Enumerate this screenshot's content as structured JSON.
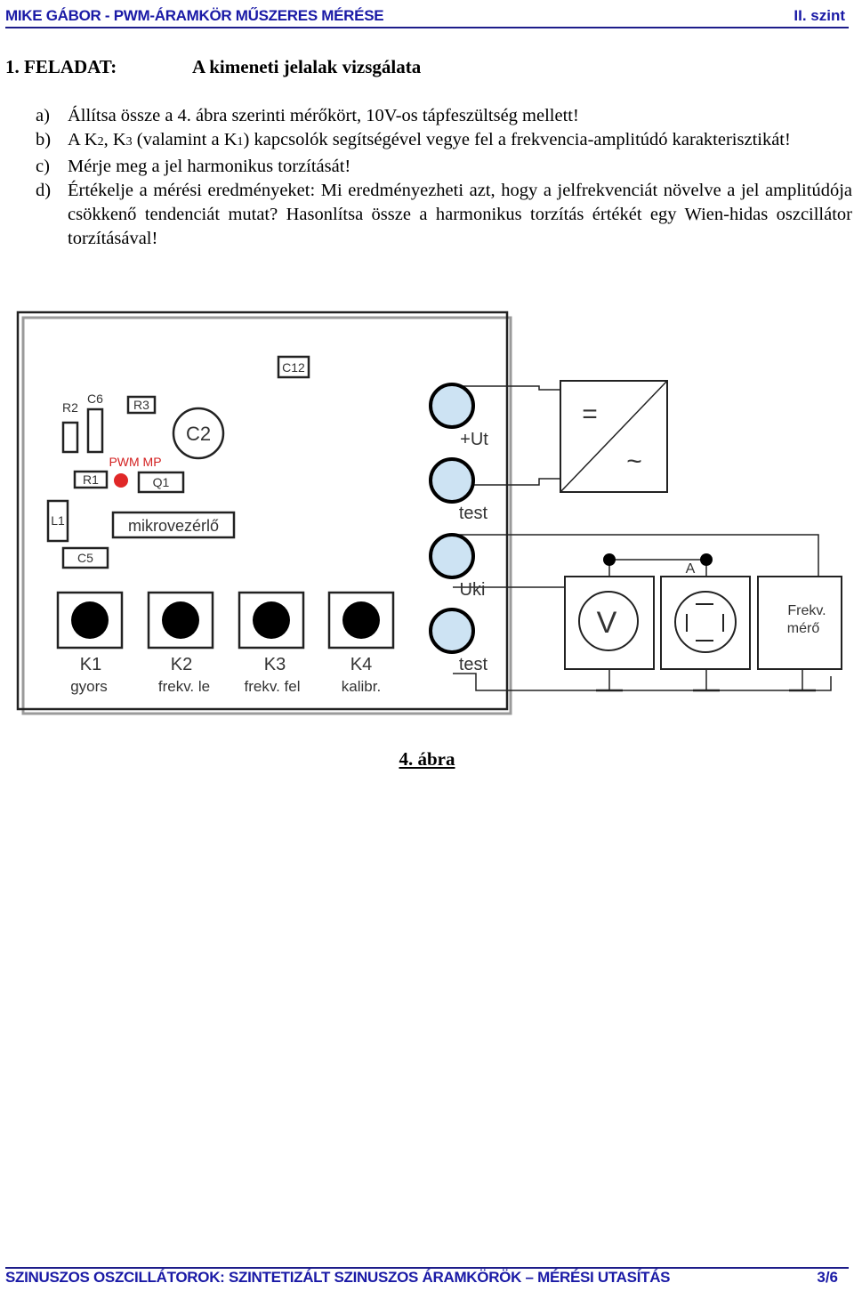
{
  "header": {
    "left": "MIKE GÁBOR - PWM-ÁRAMKÖR MŰSZERES MÉRÉSE",
    "right": "II. szint"
  },
  "task": {
    "label": "1. FELADAT:",
    "title": "A kimeneti jelalak vizsgálata"
  },
  "items": {
    "a": {
      "label": "a)",
      "text": "Állítsa össze a 4. ábra szerinti mérőkört, 10V-os tápfeszültség mellett!"
    },
    "b": {
      "label": "b)",
      "t1": "A K",
      "s1": "2",
      "t2": ", K",
      "s2": "3",
      "t3": " (valamint a K",
      "s3": "1",
      "t4": ") kapcsolók segítségével vegye fel a frekvencia-amplitúdó karakterisztikát!"
    },
    "c": {
      "label": "c)",
      "text": "Mérje meg a jel harmonikus torzítását!"
    },
    "d": {
      "label": "d)",
      "text": "Értékelje a mérési eredményeket: Mi eredményezheti azt, hogy a jelfrekvenciát növelve a jel amplitúdója csökkenő tendenciát mutat? Hasonlítsa össze a harmonikus torzítás értékét egy Wien-hidas oszcillátor torzításával!"
    }
  },
  "figure": {
    "components": {
      "c12": "C12",
      "r2": "R2",
      "c6": "C6",
      "r3": "R3",
      "c2": "C2",
      "pwm_mp": "PWM MP",
      "r1": "R1",
      "q1": "Q1",
      "l1": "L1",
      "mcu": "mikrovezérlő",
      "c5": "C5"
    },
    "terminals": {
      "ut": "+Ut",
      "test1": "test",
      "uki": "Uki",
      "test2": "test"
    },
    "buttons": [
      {
        "id": "K1",
        "sub": "gyors"
      },
      {
        "id": "K2",
        "sub": "frekv. le"
      },
      {
        "id": "K3",
        "sub": "frekv. fel"
      },
      {
        "id": "K4",
        "sub": "kalibr."
      }
    ],
    "supply": {
      "dc": "=",
      "ac": "~"
    },
    "instruments": {
      "voltmeter": "V",
      "node_a": "A",
      "freq_line1": "Frekv.",
      "freq_line2": "mérő"
    },
    "colors": {
      "led": "#e02828",
      "terminal": "#cde3f3",
      "pwm_label": "#d32020"
    }
  },
  "caption": "4. ábra",
  "footer": {
    "left": "SZINUSZOS OSZCILLÁTOROK: SZINTETIZÁLT SZINUSZOS ÁRAMKÖRÖK – MÉRÉSI UTASÍTÁS",
    "right": "3/6"
  }
}
